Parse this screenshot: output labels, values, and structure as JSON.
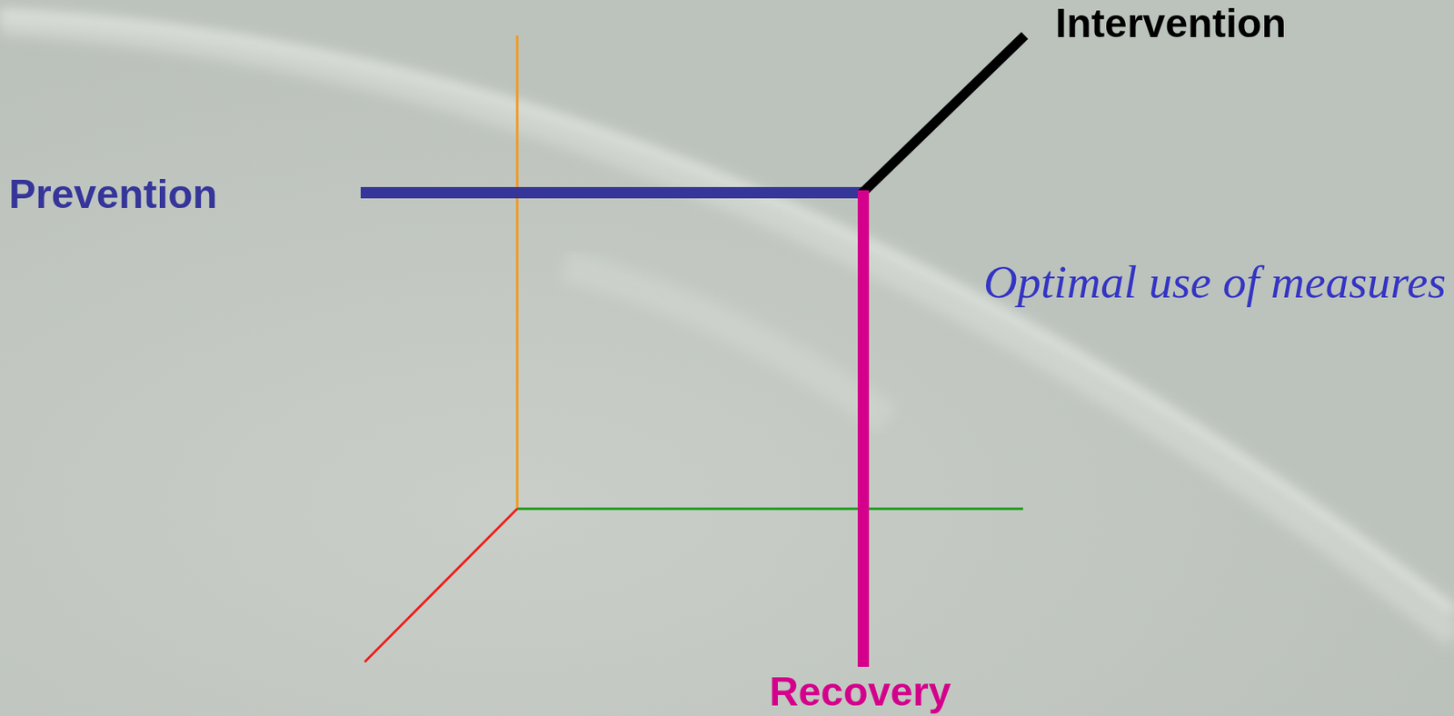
{
  "diagram": {
    "labels": [
      "Intervention",
      "Prevention",
      "Optimal use of measures",
      "Recovery"
    ]
  }
}
